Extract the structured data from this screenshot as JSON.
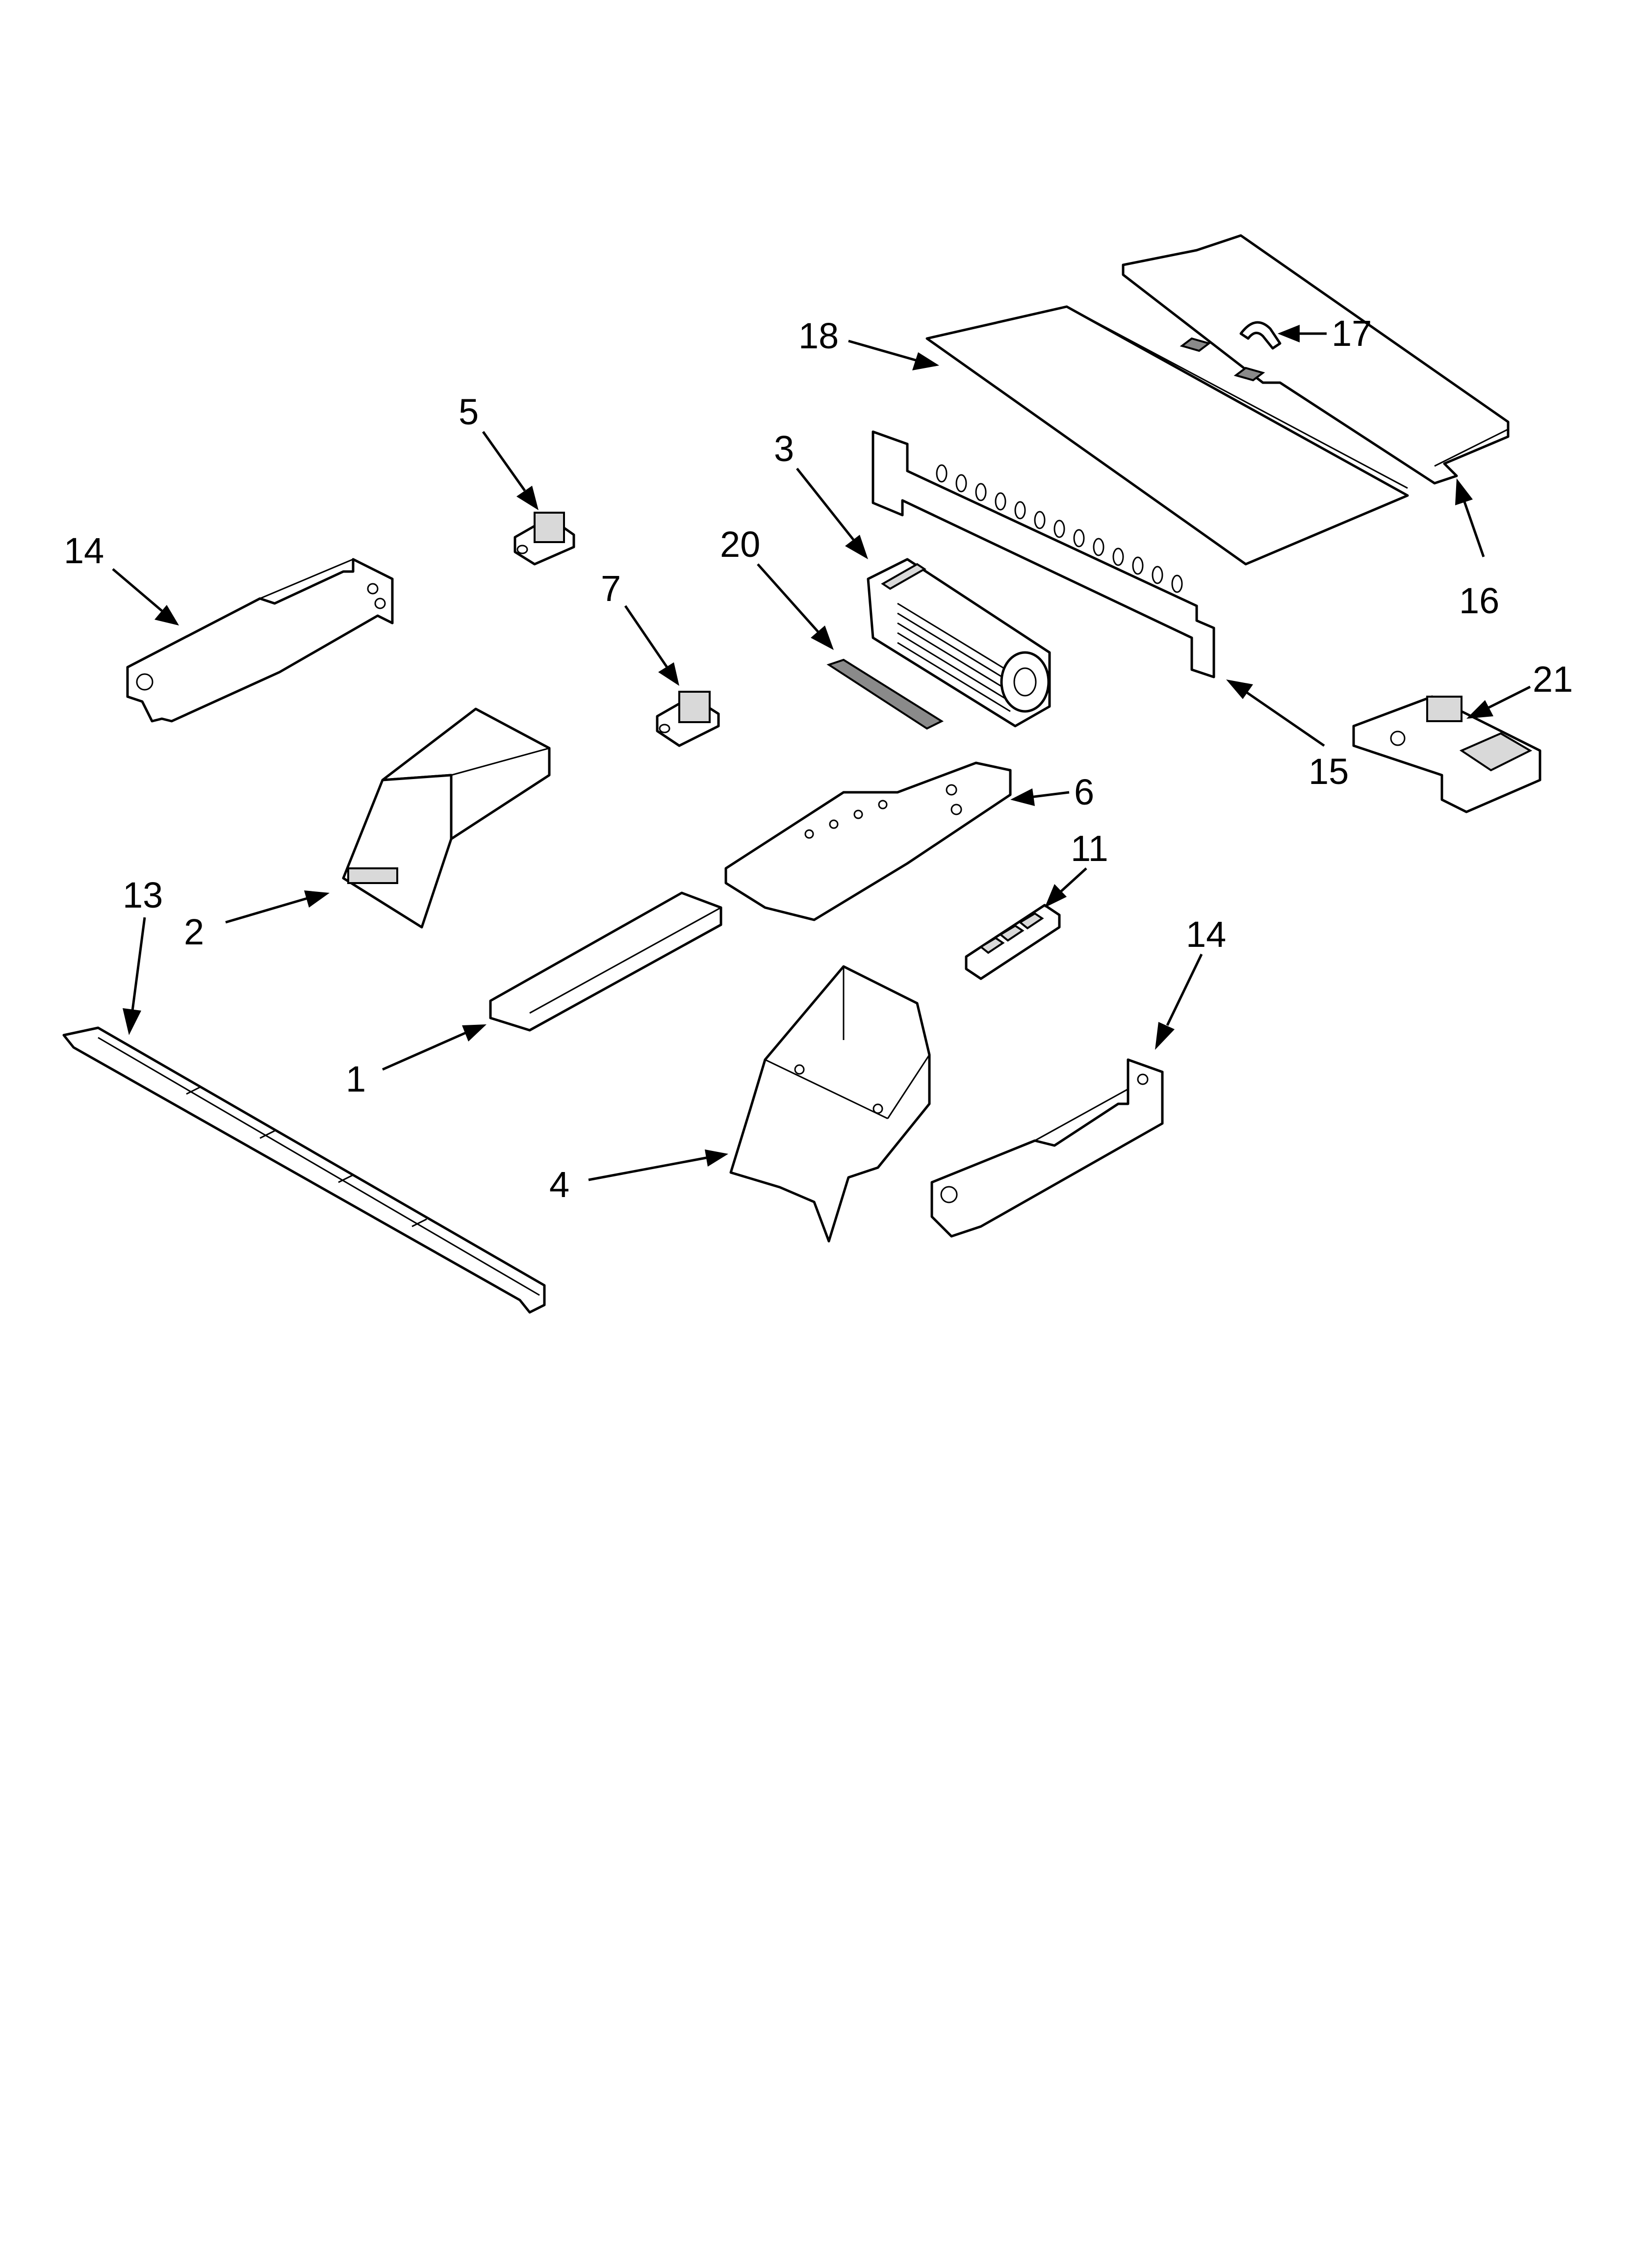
{
  "callouts": [
    {
      "id": "18",
      "label": "18"
    },
    {
      "id": "17",
      "label": "17"
    },
    {
      "id": "16",
      "label": "16"
    },
    {
      "id": "5",
      "label": "5"
    },
    {
      "id": "3",
      "label": "3"
    },
    {
      "id": "14a",
      "label": "14"
    },
    {
      "id": "20",
      "label": "20"
    },
    {
      "id": "7",
      "label": "7"
    },
    {
      "id": "15",
      "label": "15"
    },
    {
      "id": "21",
      "label": "21"
    },
    {
      "id": "6",
      "label": "6"
    },
    {
      "id": "11",
      "label": "11"
    },
    {
      "id": "13",
      "label": "13"
    },
    {
      "id": "2",
      "label": "2"
    },
    {
      "id": "14b",
      "label": "14"
    },
    {
      "id": "1",
      "label": "1"
    },
    {
      "id": "4",
      "label": "4"
    }
  ],
  "colors": {
    "line": "#000000",
    "background": "#ffffff"
  }
}
